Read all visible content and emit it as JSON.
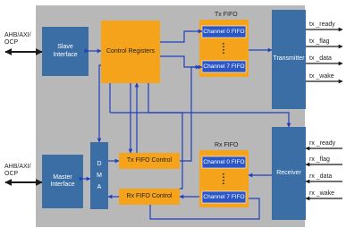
{
  "diagram": {
    "external": {
      "top_left_bus": [
        "AHB/AXI/",
        "OCP"
      ],
      "bottom_left_bus": [
        "AHB/AXI/",
        "OCP"
      ]
    },
    "blocks": {
      "slave_interface": [
        "Slave",
        "Interface"
      ],
      "control_registers": "Control Registers",
      "tx_fifo_title": "Tx FIFO",
      "tx_channel_0": "Channel 0 FIFO",
      "tx_channel_7": "Channel 7 FIFO",
      "transmitter": "Transmitter",
      "master_interface": [
        "Master",
        "Interface"
      ],
      "dma": [
        "D",
        "M",
        "A"
      ],
      "tx_fifo_control": "Tx FIFO Control",
      "rx_fifo_control": "Rx FIFO Control",
      "rx_fifo_title": "Rx FIFO",
      "rx_channel_0": "Channel 0 FIFO",
      "rx_channel_7": "Channel 7 FIFO",
      "receiver": "Receiver"
    },
    "tx_signals": [
      "tx _ready",
      "tx _flag",
      "tx _data",
      "tx _wake"
    ],
    "rx_signals": [
      "rx _ready",
      "rx _flag",
      "rx _data",
      "rx _wake"
    ],
    "colors": {
      "panel": "#b8b8b8",
      "blue_block": "#3a6ea5",
      "orange_block": "#f5a31a",
      "arrow": "#1f3fbf",
      "bus_arrow": "#1a1a1a"
    }
  }
}
